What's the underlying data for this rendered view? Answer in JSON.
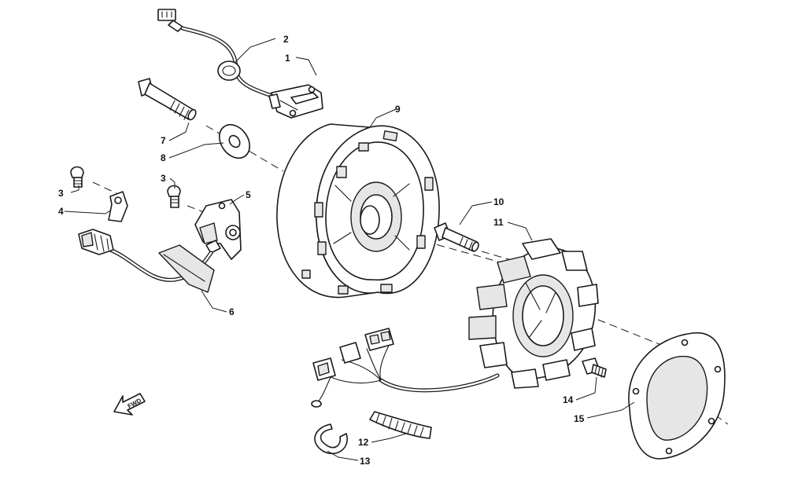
{
  "callouts": {
    "c1": "1",
    "c2": "2",
    "c3a": "3",
    "c3b": "3",
    "c4": "4",
    "c5": "5",
    "c6": "6",
    "c7": "7",
    "c8": "8",
    "c9": "9",
    "c10": "10",
    "c11": "11",
    "c12": "12",
    "c13": "13",
    "c14": "14",
    "c15": "15"
  },
  "fwd_label": "FWD",
  "colors": {
    "line": "#1a1a1a",
    "background": "#ffffff",
    "shade": "#e6e6e6"
  }
}
